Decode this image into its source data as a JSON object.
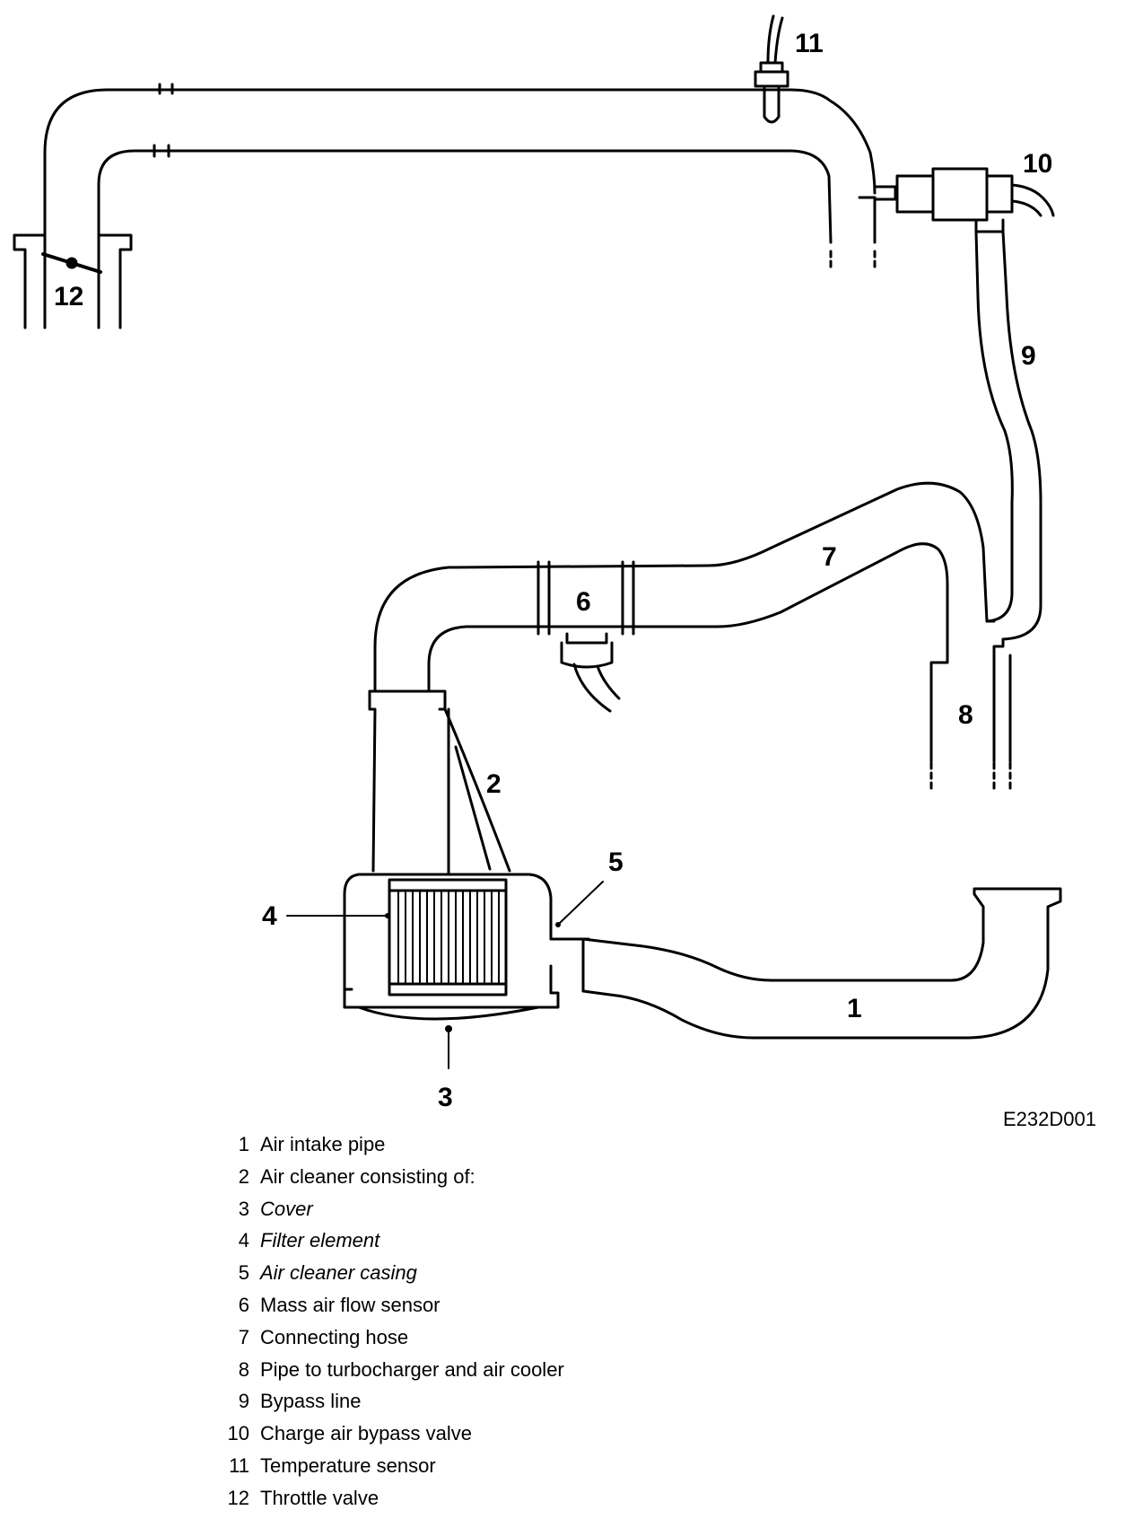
{
  "figure_code": "E232D001",
  "callouts": {
    "c1": "1",
    "c2": "2",
    "c3": "3",
    "c4": "4",
    "c5": "5",
    "c6": "6",
    "c7": "7",
    "c8": "8",
    "c9": "9",
    "c10": "10",
    "c11": "11",
    "c12": "12"
  },
  "legend": [
    {
      "num": "1",
      "text": "Air intake pipe",
      "italic": false
    },
    {
      "num": "2",
      "text": "Air cleaner consisting of:",
      "italic": false
    },
    {
      "num": "3",
      "text": "Cover",
      "italic": true
    },
    {
      "num": "4",
      "text": "Filter element",
      "italic": true
    },
    {
      "num": "5",
      "text": "Air cleaner casing",
      "italic": true
    },
    {
      "num": "6",
      "text": "Mass air flow sensor",
      "italic": false
    },
    {
      "num": "7",
      "text": "Connecting hose",
      "italic": false
    },
    {
      "num": "8",
      "text": "Pipe to turbocharger and air cooler",
      "italic": false
    },
    {
      "num": "9",
      "text": "Bypass line",
      "italic": false
    },
    {
      "num": "10",
      "text": "Charge air bypass valve",
      "italic": false
    },
    {
      "num": "11",
      "text": "Temperature sensor",
      "italic": false
    },
    {
      "num": "12",
      "text": "Throttle valve",
      "italic": false
    }
  ]
}
